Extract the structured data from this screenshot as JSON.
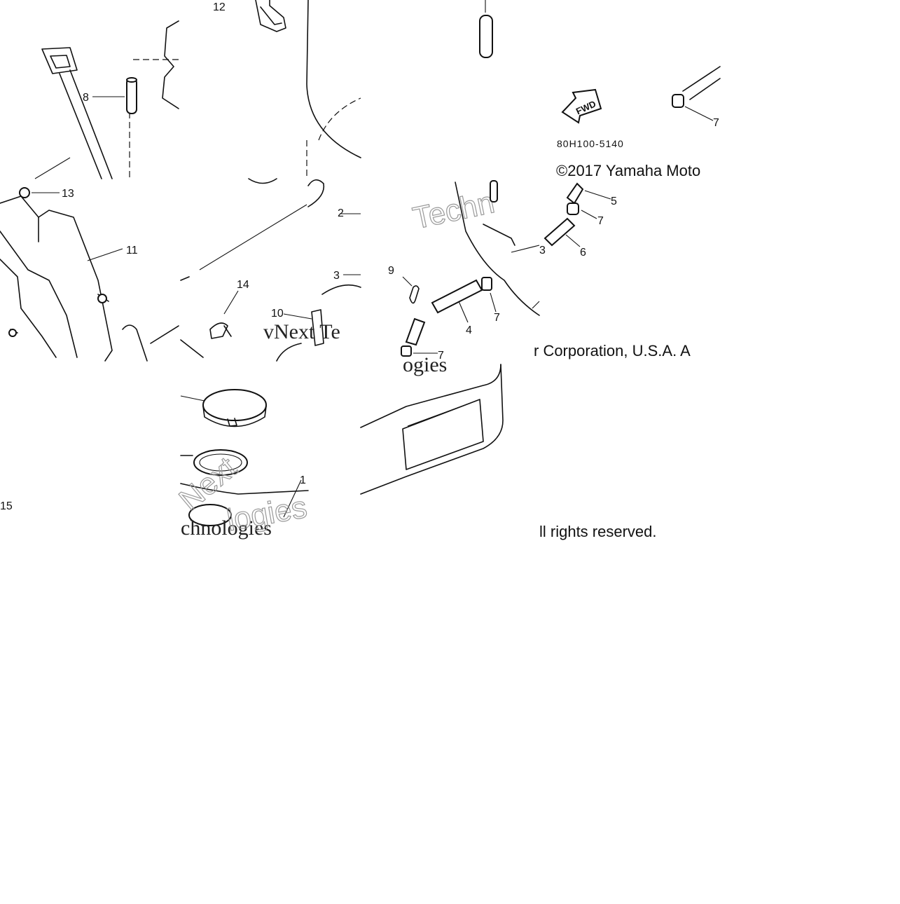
{
  "callouts": {
    "c1": "1",
    "c2": "2",
    "c3": "3",
    "c4": "4",
    "c5": "5",
    "c6": "6",
    "c7": "7",
    "c8": "8",
    "c9": "9",
    "c10": "10",
    "c11": "11",
    "c12": "12",
    "c13": "13",
    "c14": "14",
    "c15": "15"
  },
  "diagram_code": "80H100-5140",
  "direction_badge": "FWD",
  "copyright": {
    "line1": "©2017 Yamaha Moto",
    "line2": "r Corporation, U.S.A. A",
    "line3": "ll rights reserved."
  },
  "watermark": {
    "text1": "Techn",
    "text2": "vNext Te",
    "text3": "ogies",
    "text4": "chnologies",
    "text5": "Next",
    "text6": "logies"
  }
}
